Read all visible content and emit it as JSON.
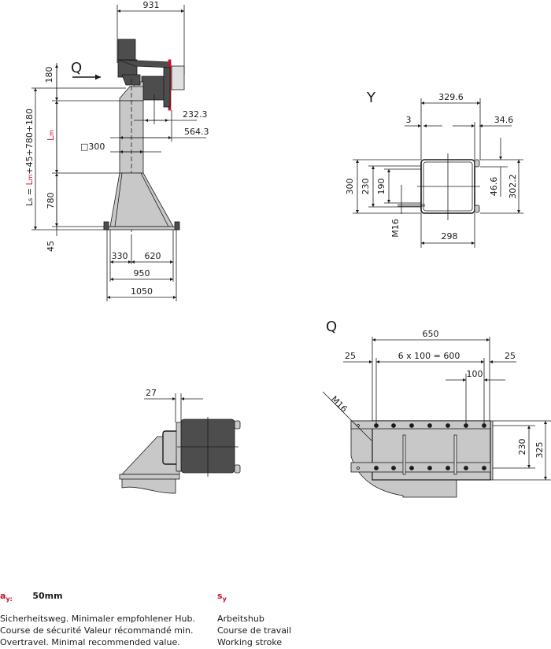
{
  "colors": {
    "line": "#1a1a1a",
    "steel": "#c8c8c8",
    "motor": "#4d4d4d",
    "accent": "#c8102e"
  },
  "views": {
    "side": {
      "dims": {
        "top_width": "931",
        "d232": "232.3",
        "d564": "564.3",
        "tube": "□300",
        "d180": "180",
        "d780": "780",
        "d45": "45",
        "d330": "330",
        "d620": "620",
        "d950": "950",
        "d1050": "1050"
      },
      "formula": {
        "ls": "L",
        "ls_sub": "s",
        "eq": " = ",
        "lm": "L",
        "lm_sub": "m",
        "rest": "+45+780+180"
      },
      "lm_label": "L",
      "lm_label_sub": "m",
      "view_arrow": "Q"
    },
    "y_view": {
      "label": "Y",
      "dims": {
        "d3296": "329.6",
        "d3": "3",
        "d346": "34.6",
        "d300": "300",
        "d230": "230",
        "d190": "190",
        "d466": "46.6",
        "d3022": "302.2",
        "m16": "M16",
        "d298": "298"
      }
    },
    "q_view": {
      "label": "Q",
      "dims": {
        "d650": "650",
        "d25l": "25",
        "pitch": "6 x 100 = 600",
        "d25r": "25",
        "d100": "100",
        "m16": "M16",
        "d230": "230",
        "d325": "325"
      }
    },
    "detail": {
      "dims": {
        "d27": "27"
      }
    }
  },
  "legend": {
    "ay": {
      "key": "a",
      "key_sub": "y:",
      "value": "50mm",
      "lines": [
        "Sicherheitsweg. Minimaler empfohlener Hub.",
        "Course de sécurité Valeur récommandé min.",
        "Overtravel. Minimal recommended value."
      ]
    },
    "sy": {
      "key": "s",
      "key_sub": "y",
      "lines": [
        "Arbeitshub",
        "Course de travail",
        "Working stroke"
      ]
    }
  }
}
